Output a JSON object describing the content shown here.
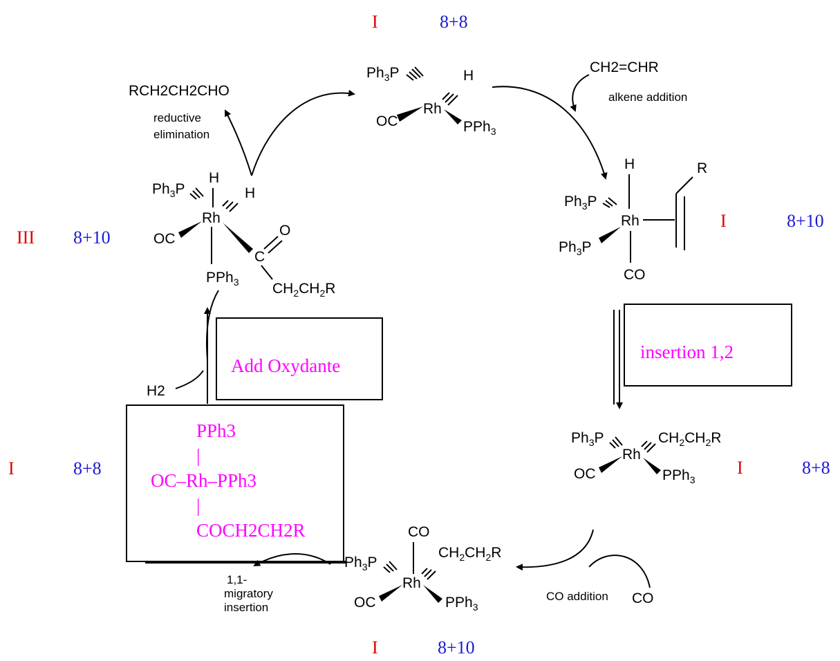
{
  "labels": {
    "ox_top": "I",
    "ec_top": "8+8",
    "ox_right1": "I",
    "ec_right1": "8+10",
    "ox_right2": "I",
    "ec_right2": "8+8",
    "ox_bottom": "I",
    "ec_bottom": "8+10",
    "ox_left1": "III",
    "ec_left1": "8+10",
    "ox_left2": "I",
    "ec_left2": "8+8"
  },
  "steps": {
    "alkene_reagent": "CH2=CHR",
    "alkene_addition": "alkene addition",
    "insertion": "insertion 1,2",
    "co_addition": "CO addition",
    "co_reagent": "CO",
    "migratory_l1": "1,1-",
    "migratory_l2": "migratory",
    "migratory_l3": "insertion",
    "add_oxydante": "Add Oxydante",
    "h2": "H2",
    "product": "RCH2CH2CHO",
    "reductive_l1": "reductive",
    "reductive_l2": "elimination"
  },
  "square_planar_box": {
    "line1": "PPh3",
    "bar1": "|",
    "line3": "OC–Rh–PPh3",
    "bar2": "|",
    "line5": "COCH2CH2R"
  },
  "colors": {
    "oxidation_state": "#e00000",
    "electron_count": "#1a1ad6",
    "annotation": "#ff00ff"
  }
}
